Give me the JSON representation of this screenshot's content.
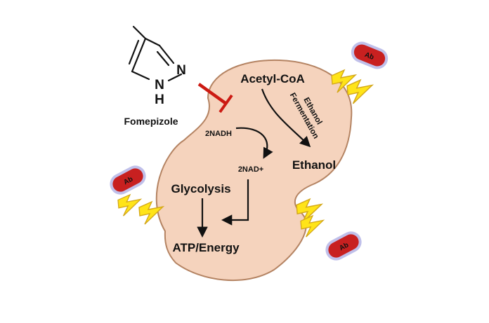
{
  "inhibitor": {
    "name": "Fomepizole",
    "atom_n": "N",
    "atom_nh_n": "N",
    "atom_nh_h": "H"
  },
  "pathway": {
    "acetyl_coa": "Acetyl-CoA",
    "ethanol": "Ethanol",
    "fermentation_line1": "Ethanol",
    "fermentation_line2": "Fermentation",
    "nadh": "2NADH",
    "nad_plus": "2NAD+",
    "glycolysis": "Glycolysis",
    "atp": "ATP/Energy"
  },
  "antibodies": [
    {
      "label": "Ab"
    },
    {
      "label": "Ab"
    },
    {
      "label": "Ab"
    }
  ],
  "colors": {
    "cell_fill": "#f5d3bd",
    "cell_stroke": "#b48362",
    "inhibition": "#cc1a12",
    "antibody_fill": "#c82020",
    "antibody_halo": "#8c8cd8",
    "bolt_fill": "#ffe418",
    "bolt_stroke": "#d4a81a"
  }
}
